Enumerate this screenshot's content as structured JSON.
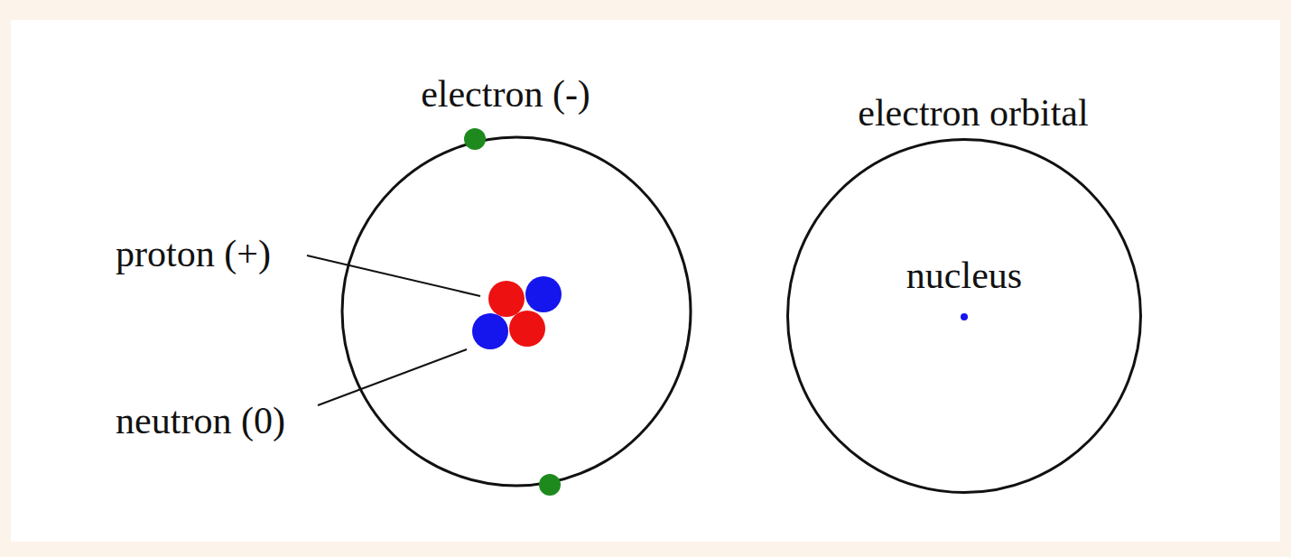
{
  "diagram": {
    "nodes": [
      {
        "text": [
          "electron orbital",
          "nucleus"
        ]
      }
    ],
    "labels": [
      "electron (-)",
      "proton (+)",
      "neutron (0)"
    ]
  }
}
